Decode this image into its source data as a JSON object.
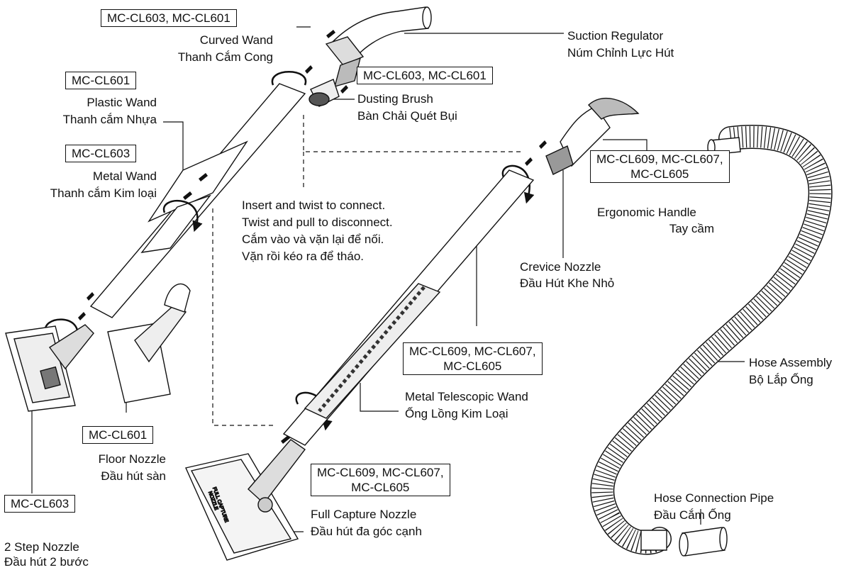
{
  "parts": {
    "curved_wand": {
      "models": "MC-CL603, MC-CL601",
      "name_en": "Curved Wand",
      "name_vi": "Thanh Cắm Cong"
    },
    "suction_regulator": {
      "name_en": "Suction Regulator",
      "name_vi": "Núm Chỉnh Lực Hút"
    },
    "plastic_wand": {
      "models": "MC-CL601",
      "name_en": "Plastic Wand",
      "name_vi": "Thanh cắm Nhựa"
    },
    "dusting_brush": {
      "models": "MC-CL603, MC-CL601",
      "name_en": "Dusting Brush",
      "name_vi": "Bàn Chải Quét Bụi"
    },
    "metal_wand": {
      "models": "MC-CL603",
      "name_en": "Metal Wand",
      "name_vi": "Thanh cắm Kim loại"
    },
    "ergonomic_handle": {
      "models_line1": "MC-CL609, MC-CL607,",
      "models_line2": "MC-CL605",
      "name_en": "Ergonomic Handle",
      "name_vi": "Tay cầm"
    },
    "crevice_nozzle": {
      "name_en": "Crevice Nozzle",
      "name_vi": "Đầu Hút Khe Nhỏ"
    },
    "telescopic_wand": {
      "models_line1": "MC-CL609, MC-CL607,",
      "models_line2": "MC-CL605",
      "name_en": "Metal Telescopic Wand",
      "name_vi": "Ống Lồng Kim Loại"
    },
    "hose_assembly": {
      "name_en": "Hose Assembly",
      "name_vi": "Bộ Lắp Ống"
    },
    "floor_nozzle": {
      "models": "MC-CL601",
      "name_en": "Floor Nozzle",
      "name_vi": "Đầu hút sàn"
    },
    "full_capture_nozzle": {
      "models_line1": "MC-CL609, MC-CL607,",
      "models_line2": "MC-CL605",
      "name_en": "Full Capture Nozzle",
      "name_vi": "Đầu hút đa góc cạnh",
      "print_line1": "FULL CAPTURE",
      "print_line2": "NOZZLE"
    },
    "hose_connection_pipe": {
      "name_en": "Hose Connection Pipe",
      "name_vi": "Đầu Cắm Ống"
    },
    "two_step_nozzle": {
      "models": "MC-CL603",
      "name_en": "2 Step Nozzle",
      "name_vi": "Đầu hút 2 bước"
    }
  },
  "instructions": {
    "line1": "Insert and twist to connect.",
    "line2": "Twist and pull to disconnect.",
    "line3": "Cắm vào và vặn lại để nối.",
    "line4": "Vặn rồi kéo ra để tháo."
  }
}
